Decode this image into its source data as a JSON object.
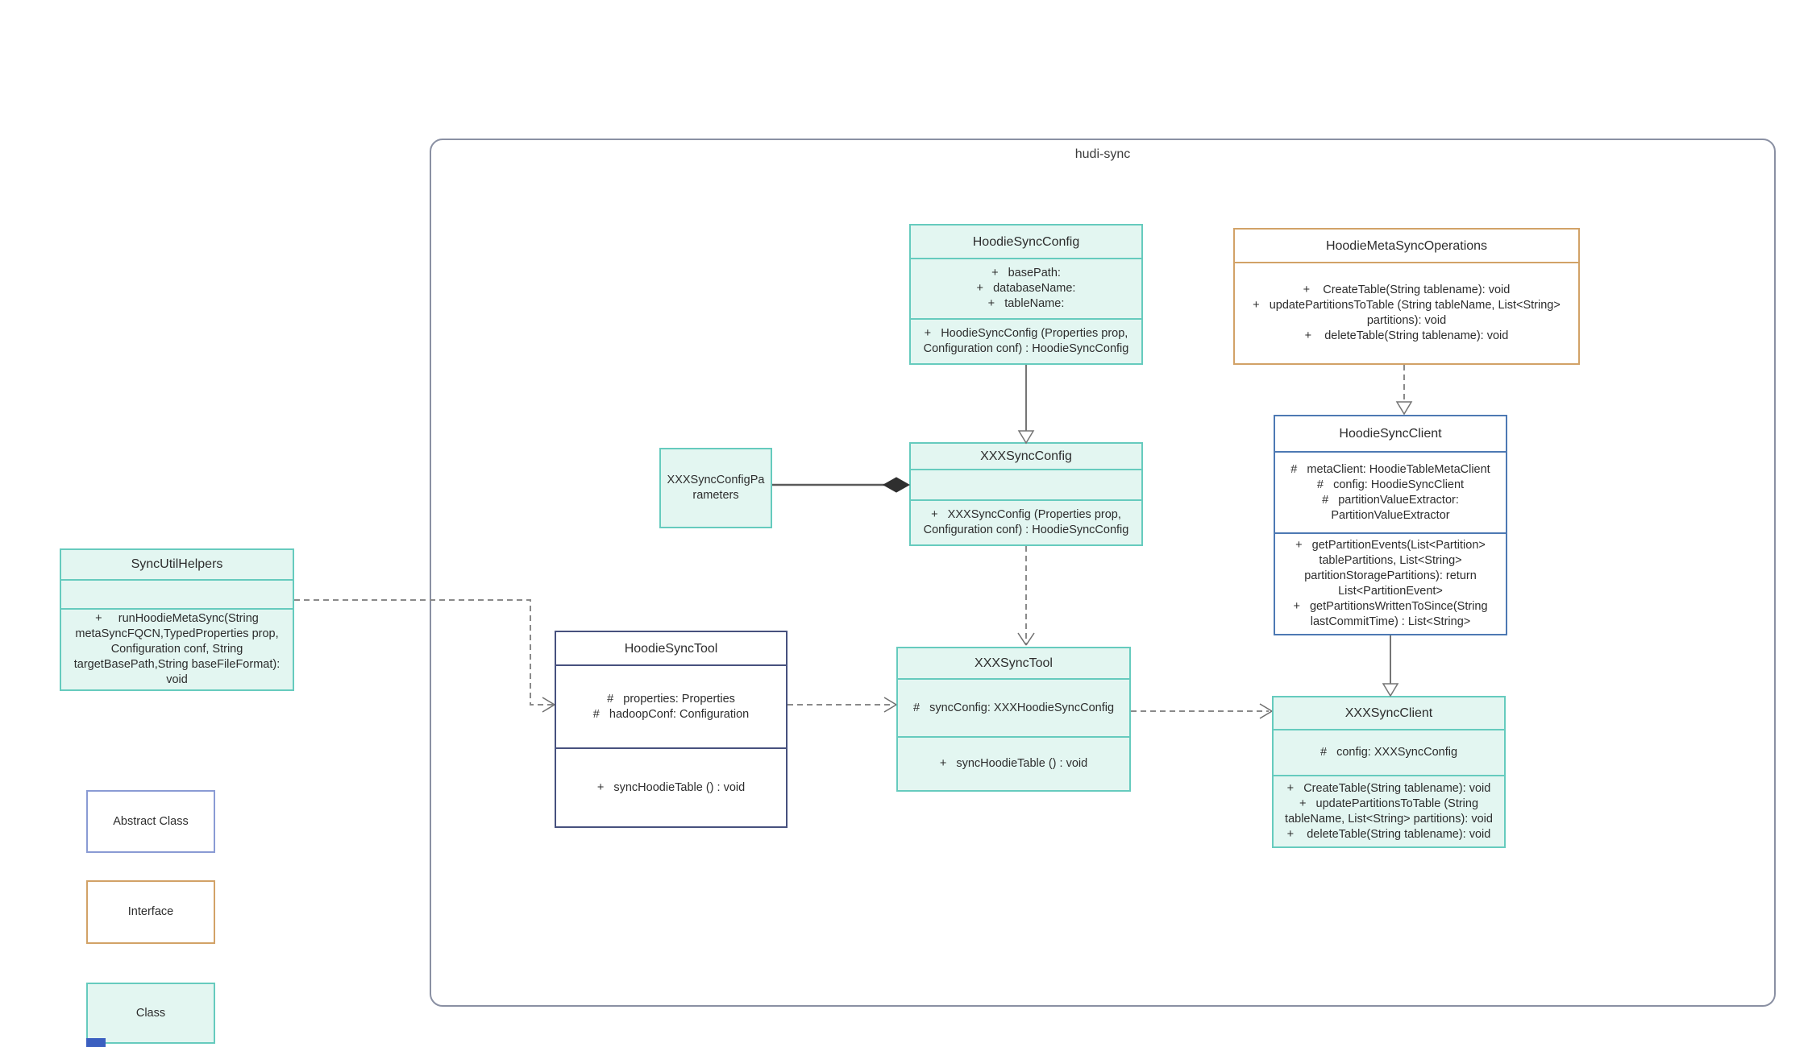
{
  "diagram": {
    "container_label": "hudi-sync",
    "classes": {
      "hoodie_sync_config": {
        "title": "HoodieSyncConfig",
        "stereotype": "class",
        "attributes": [
          "+   basePath:",
          "+   databaseName:",
          "+   tableName:"
        ],
        "methods": [
          "+   HoodieSyncConfig (Properties prop, Configuration conf) : HoodieSyncConfig"
        ]
      },
      "hoodie_meta_sync_operations": {
        "title": "HoodieMetaSyncOperations",
        "stereotype": "interface",
        "methods": [
          "+    CreateTable(String tablename): void",
          "+   updatePartitionsToTable (String tableName, List<String> partitions): void",
          "+    deleteTable(String tablename): void"
        ]
      },
      "xxx_sync_config_parameters": {
        "title": "XXXSyncConfigParameters",
        "stereotype": "class"
      },
      "xxx_sync_config": {
        "title": "XXXSyncConfig",
        "stereotype": "class",
        "attributes": [],
        "methods": [
          "+   XXXSyncConfig (Properties prop, Configuration conf) : HoodieSyncConfig"
        ]
      },
      "hoodie_sync_client": {
        "title": "HoodieSyncClient",
        "stereotype": "abstract",
        "attributes": [
          "#   metaClient: HoodieTableMetaClient",
          "#   config: HoodieSyncClient",
          "#   partitionValueExtractor: PartitionValueExtractor"
        ],
        "methods": [
          "+   getPartitionEvents(List<Partition> tablePartitions, List<String> partitionStoragePartitions): return List<PartitionEvent>",
          "+   getPartitionsWrittenToSince(String lastCommitTime) : List<String>"
        ]
      },
      "sync_util_helpers": {
        "title": "SyncUtilHelpers",
        "stereotype": "class",
        "attributes": [],
        "methods": [
          "+     runHoodieMetaSync(String metaSyncFQCN,TypedProperties prop, Configuration conf, String targetBasePath,String baseFileFormat): void"
        ]
      },
      "hoodie_sync_tool": {
        "title": "HoodieSyncTool",
        "stereotype": "abstract",
        "attributes": [
          "#   properties: Properties",
          "#   hadoopConf: Configuration"
        ],
        "methods": [
          "+   syncHoodieTable () : void"
        ]
      },
      "xxx_sync_tool": {
        "title": "XXXSyncTool",
        "stereotype": "class",
        "attributes": [
          "#   syncConfig: XXXHoodieSyncConfig"
        ],
        "methods": [
          "+   syncHoodieTable () : void"
        ]
      },
      "xxx_sync_client": {
        "title": "XXXSyncClient",
        "stereotype": "class",
        "attributes": [
          "#   config: XXXSyncConfig"
        ],
        "methods": [
          "+   CreateTable(String tablename): void",
          "+   updatePartitionsToTable (String tableName, List<String> partitions): void",
          "+    deleteTable(String tablename): void"
        ]
      }
    },
    "legend": {
      "abstract": "Abstract Class",
      "interface": "Interface",
      "class": "Class"
    },
    "relations": [
      {
        "from": "HoodieSyncConfig",
        "to": "XXXSyncConfig",
        "type": "generalization-solid-hollow-arrow"
      },
      {
        "from": "HoodieMetaSyncOperations",
        "to": "HoodieSyncClient",
        "type": "realization-dashed-hollow-arrow"
      },
      {
        "from": "XXXSyncConfig",
        "to": "XXXSyncTool",
        "type": "dependency-dashed-open-arrow"
      },
      {
        "from": "HoodieSyncClient",
        "to": "XXXSyncClient",
        "type": "generalization-solid-hollow-arrow"
      },
      {
        "from": "SyncUtilHelpers",
        "to": "HoodieSyncTool",
        "type": "dependency-dashed-open-arrow"
      },
      {
        "from": "HoodieSyncTool",
        "to": "XXXSyncTool",
        "type": "dependency-dashed-open-arrow"
      },
      {
        "from": "XXXSyncTool",
        "to": "XXXSyncClient",
        "type": "dependency-dashed-open-arrow"
      },
      {
        "from": "XXXSyncConfigParameters",
        "to": "XXXSyncConfig",
        "type": "composition-solid-filled-diamond"
      }
    ],
    "colors": {
      "class_fill": "#e3f6f1",
      "class_border": "#66cbbe",
      "interface_border": "#d2a267",
      "abstract_border": "#8a9bd4",
      "line_gray": "#757575",
      "text": "#2d2d2d",
      "container_border": "#8a90a3"
    }
  }
}
